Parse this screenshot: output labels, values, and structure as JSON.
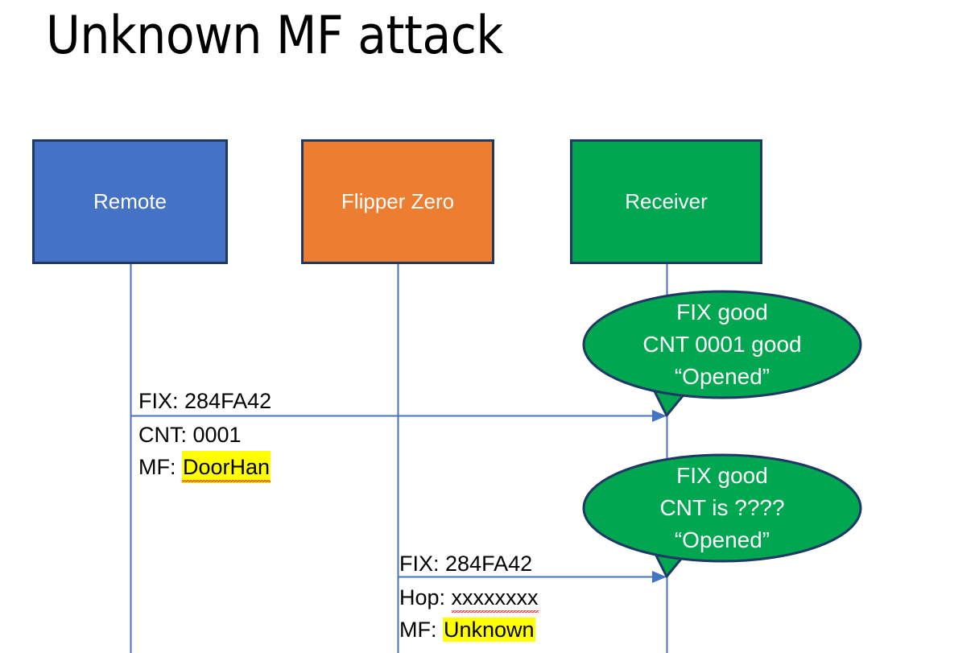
{
  "slide": {
    "title": "Unknown MF attack",
    "background_color": "#FFFFFF"
  },
  "colors": {
    "remote_fill": "#4472C4",
    "flipper_fill": "#ED7D31",
    "receiver_fill": "#00A650",
    "box_outline": "#1F3864",
    "lifeline": "#4472C4",
    "arrow": "#4472C4",
    "highlight": "#FFFF00",
    "spellcheck_underline": "#FF0000",
    "text_dark": "#000000",
    "text_light": "#FFFFFF"
  },
  "actors": [
    {
      "id": "remote",
      "label": "Remote",
      "fill": "#4472C4"
    },
    {
      "id": "flipper",
      "label": "Flipper Zero",
      "fill": "#ED7D31"
    },
    {
      "id": "receiver",
      "label": "Receiver",
      "fill": "#00A650"
    }
  ],
  "messages": [
    {
      "id": "remote-to-receiver",
      "from": "remote",
      "to": "receiver",
      "lines": [
        {
          "label": "FIX: ",
          "value": "284FA42",
          "highlight": false,
          "spellcheck_flag": false
        },
        {
          "label": "CNT: ",
          "value": "0001",
          "highlight": false,
          "spellcheck_flag": false
        },
        {
          "label": "MF: ",
          "value": "DoorHan",
          "highlight": true,
          "spellcheck_flag": true
        }
      ]
    },
    {
      "id": "flipper-to-receiver",
      "from": "flipper",
      "to": "receiver",
      "lines": [
        {
          "label": "FIX: ",
          "value": "284FA42",
          "highlight": false,
          "spellcheck_flag": false
        },
        {
          "label": "Hop: ",
          "value": "xxxxxxxx",
          "highlight": false,
          "spellcheck_flag": true
        },
        {
          "label": "MF: ",
          "value": "Unknown",
          "highlight": true,
          "spellcheck_flag": false
        }
      ]
    }
  ],
  "callouts": [
    {
      "id": "callout-good",
      "attached_to": "remote-to-receiver",
      "lines": [
        "FIX good",
        "CNT 0001 good",
        "“Opened”"
      ],
      "fill": "#00A650"
    },
    {
      "id": "callout-unknown",
      "attached_to": "flipper-to-receiver",
      "lines": [
        "FIX good",
        "CNT is ????",
        "“Opened”"
      ],
      "fill": "#00A650"
    }
  ]
}
